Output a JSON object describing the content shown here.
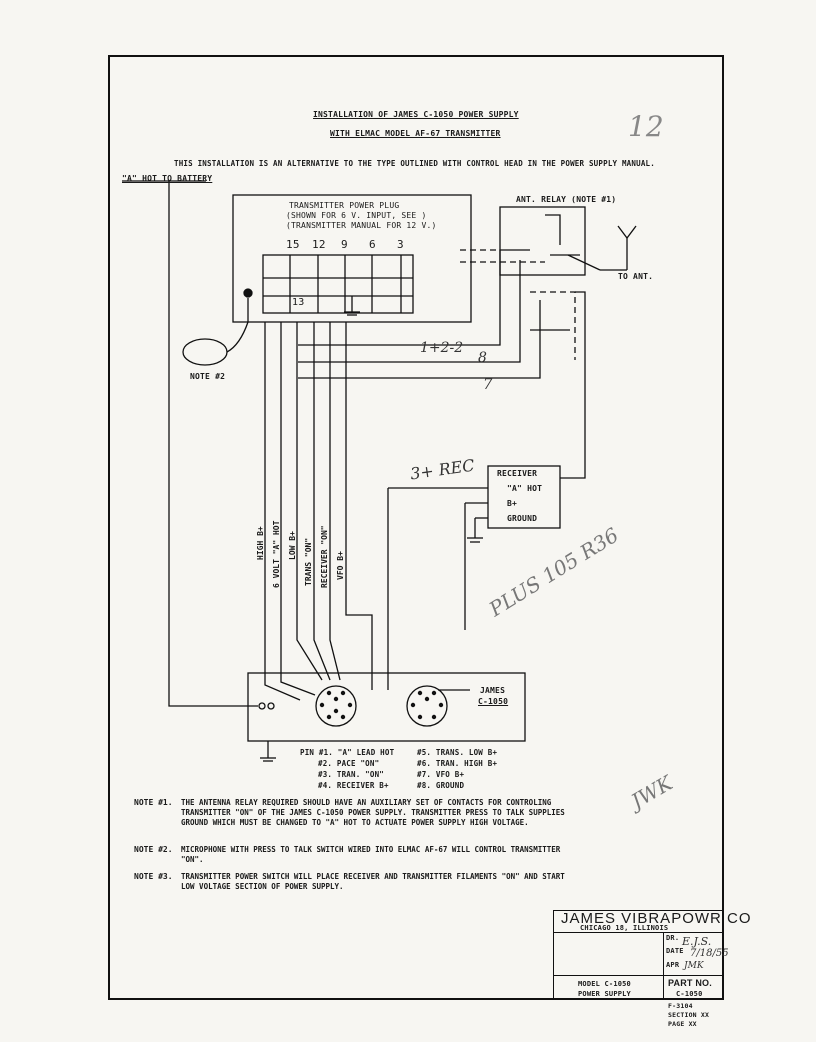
{
  "header": {
    "title_line1": "INSTALLATION OF JAMES C-1050 POWER SUPPLY",
    "title_line2": "WITH ELMAC MODEL AF-67 TRANSMITTER",
    "intro": "THIS INSTALLATION IS AN ALTERNATIVE TO THE TYPE OUTLINED WITH CONTROL HEAD IN THE POWER SUPPLY MANUAL.",
    "a_hot_label": "\"A\" HOT TO BATTERY"
  },
  "plug": {
    "title": "TRANSMITTER POWER PLUG",
    "line2": "(SHOWN FOR 6 V. INPUT, SEE   )",
    "line3": "(TRANSMITTER MANUAL FOR 12 V.)",
    "pins": [
      "15",
      "12",
      "9",
      "6",
      "3"
    ],
    "pin13": "13"
  },
  "relay": {
    "label": "ANT. RELAY (NOTE #1)",
    "to_ant": "TO ANT."
  },
  "note2_label": "NOTE #2",
  "wire_labels": [
    "HIGH B+",
    "6 VOLT \"A\" HOT",
    "LOW B+",
    "TRANS \"ON\"",
    "RECEIVER \"ON\"",
    "VFO B+"
  ],
  "receiver": {
    "title": "RECEIVER",
    "a_hot": "\"A\" HOT",
    "b_plus": "B+",
    "ground": "GROUND"
  },
  "handwritten": {
    "wire_1": "1+2-2",
    "wire_8": "8",
    "wire_7": "7",
    "rec_note": "3+ REC",
    "plus_note": "PLUS 105 R36",
    "initials": "JWK",
    "corner": "12"
  },
  "supply": {
    "label_line1": "JAMES",
    "label_line2": "C-1050"
  },
  "pin_legend": {
    "left": [
      "PIN #1.   \"A\" LEAD HOT",
      "#2.   PACE \"ON\"",
      "#3.   TRAN. \"ON\"",
      "#4.   RECEIVER B+"
    ],
    "right": [
      "#5.   TRANS. LOW B+",
      "#6.   TRAN. HIGH B+",
      "#7.   VFO B+",
      "#8.   GROUND"
    ]
  },
  "notes": [
    {
      "label": "NOTE #1.",
      "text": "THE ANTENNA RELAY REQUIRED SHOULD HAVE AN AUXILIARY SET OF CONTACTS FOR CONTROLING TRANSMITTER \"ON\" OF THE JAMES C-1050 POWER SUPPLY.  TRANSMITTER PRESS TO TALK SUPPLIES GROUND WHICH MUST BE CHANGED TO \"A\" HOT TO ACTUATE POWER SUPPLY HIGH VOLTAGE."
    },
    {
      "label": "NOTE #2.",
      "text": "MICROPHONE WITH PRESS TO TALK SWITCH WIRED INTO ELMAC AF-67 WILL CONTROL TRANSMITTER \"ON\"."
    },
    {
      "label": "NOTE #3.",
      "text": "TRANSMITTER POWER SWITCH WILL PLACE RECEIVER AND TRANSMITTER FILAMENTS \"ON\" AND START LOW VOLTAGE SECTION OF POWER SUPPLY."
    }
  ],
  "title_block": {
    "company": "JAMES VIBRAPOWR CO",
    "city": "CHICAGO 18, ILLINOIS",
    "dr_label": "DR.",
    "dr_value": "E.J.S.",
    "date_label": "DATE",
    "date_value": "7/18/55",
    "apr_label": "APR",
    "apr_value": "JMK",
    "model_line1": "MODEL C-1050",
    "model_line2": "POWER SUPPLY",
    "part_label": "PART NO.",
    "part_value": "C-1050",
    "below1": "F-3104",
    "below2": "SECTION XX",
    "below3": "PAGE XX"
  }
}
